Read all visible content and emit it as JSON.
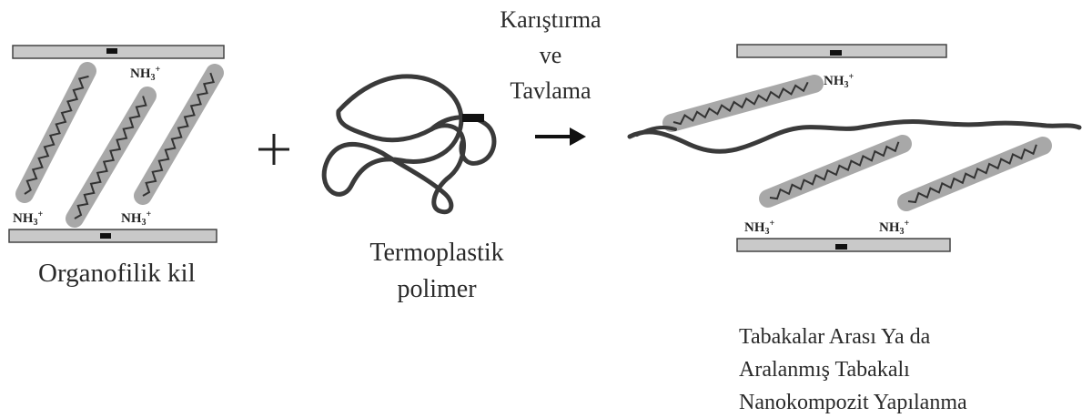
{
  "process": {
    "line1": "Karıştırma",
    "line2": "ve",
    "line3": "Tavlama"
  },
  "clay": {
    "caption": "Organofilik kil"
  },
  "polymer": {
    "line1": "Termoplastik",
    "line2": "polimer"
  },
  "product": {
    "line1": "Tabakalar Arası Ya da",
    "line2": "Aralanmış Tabakalı",
    "line3": "Nanokompozit Yapılanma"
  },
  "plus_symbol": "+",
  "arrow_symbol": "→",
  "charge_label": "NH3+",
  "colors": {
    "layer_fill": "#c9c9c9",
    "layer_stroke": "#444444",
    "halo": "#9a9a9a",
    "chain": "#3a3a3a",
    "text": "#2a2a2a"
  }
}
